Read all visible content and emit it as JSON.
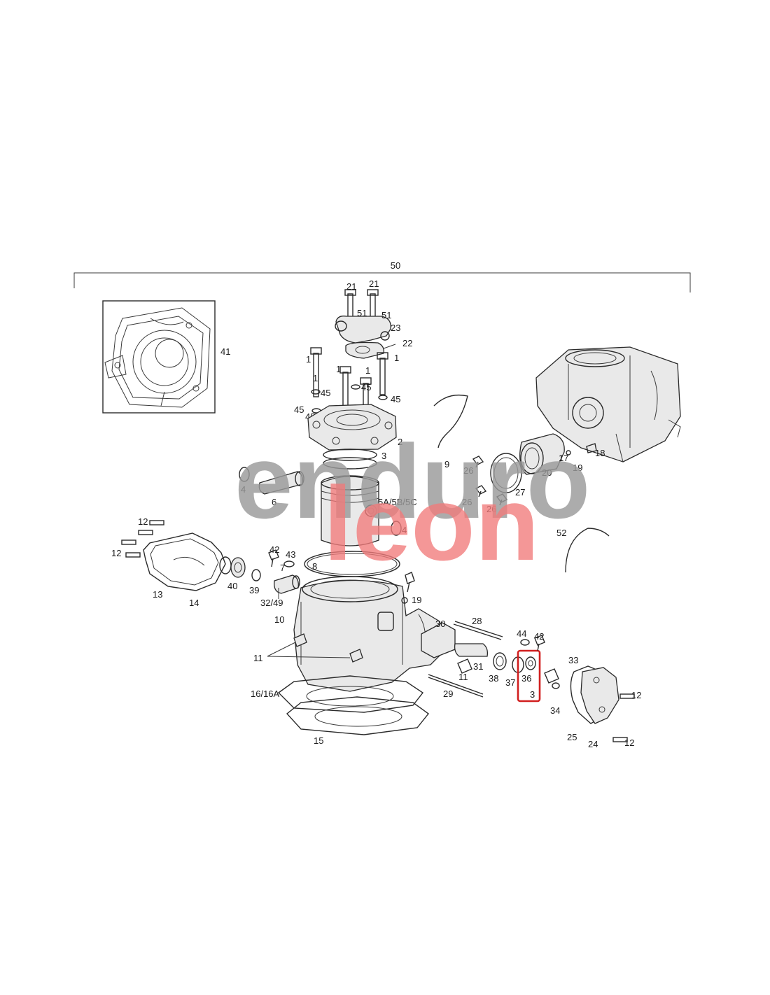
{
  "diagram": {
    "assembly_label": "50",
    "highlight_color": "#d11f1f",
    "watermark": {
      "line1": "enduro",
      "line2": "leon",
      "gray": "#9a9a9a",
      "red": "#f27b7b"
    },
    "labels": {
      "l41": "41",
      "l21a": "21",
      "l21b": "21",
      "l51a": "51",
      "l51b": "51",
      "l23": "23",
      "l22": "22",
      "l1a": "1",
      "l1b": "1",
      "l1c": "1",
      "l1d": "1",
      "l1e": "1",
      "l45a": "45",
      "l45b": "45",
      "l45c": "45",
      "l45d": "45",
      "l45e": "45",
      "l45f": "45",
      "l2": "2",
      "l3": "3",
      "l4a": "4",
      "l4b": "4",
      "l6": "6",
      "l5": "5A/5B/5C",
      "l9": "9",
      "l26a": "26",
      "l26b": "26",
      "l26c": "26",
      "l27": "27",
      "l20": "20",
      "l17": "17",
      "l19a": "19",
      "l18": "18",
      "l52": "52",
      "l12a": "12",
      "l12b": "12",
      "l12c": "12",
      "l12d": "12",
      "l42a": "42",
      "l43": "43",
      "l7": "7",
      "l8": "8",
      "l40": "40",
      "l39": "39",
      "l13": "13",
      "l14": "14",
      "l32": "32/49",
      "l19b": "19",
      "l10": "10",
      "l30": "30",
      "l28": "28",
      "l44": "44",
      "l42b": "42",
      "l11a": "11",
      "l11b": "11",
      "l31": "31",
      "l38": "38",
      "l37": "37",
      "l36": "36",
      "l35": "3",
      "l33": "33",
      "l34": "34",
      "l25": "25",
      "l24": "24",
      "l29": "29",
      "l16": "16/16A",
      "l15": "15"
    }
  }
}
